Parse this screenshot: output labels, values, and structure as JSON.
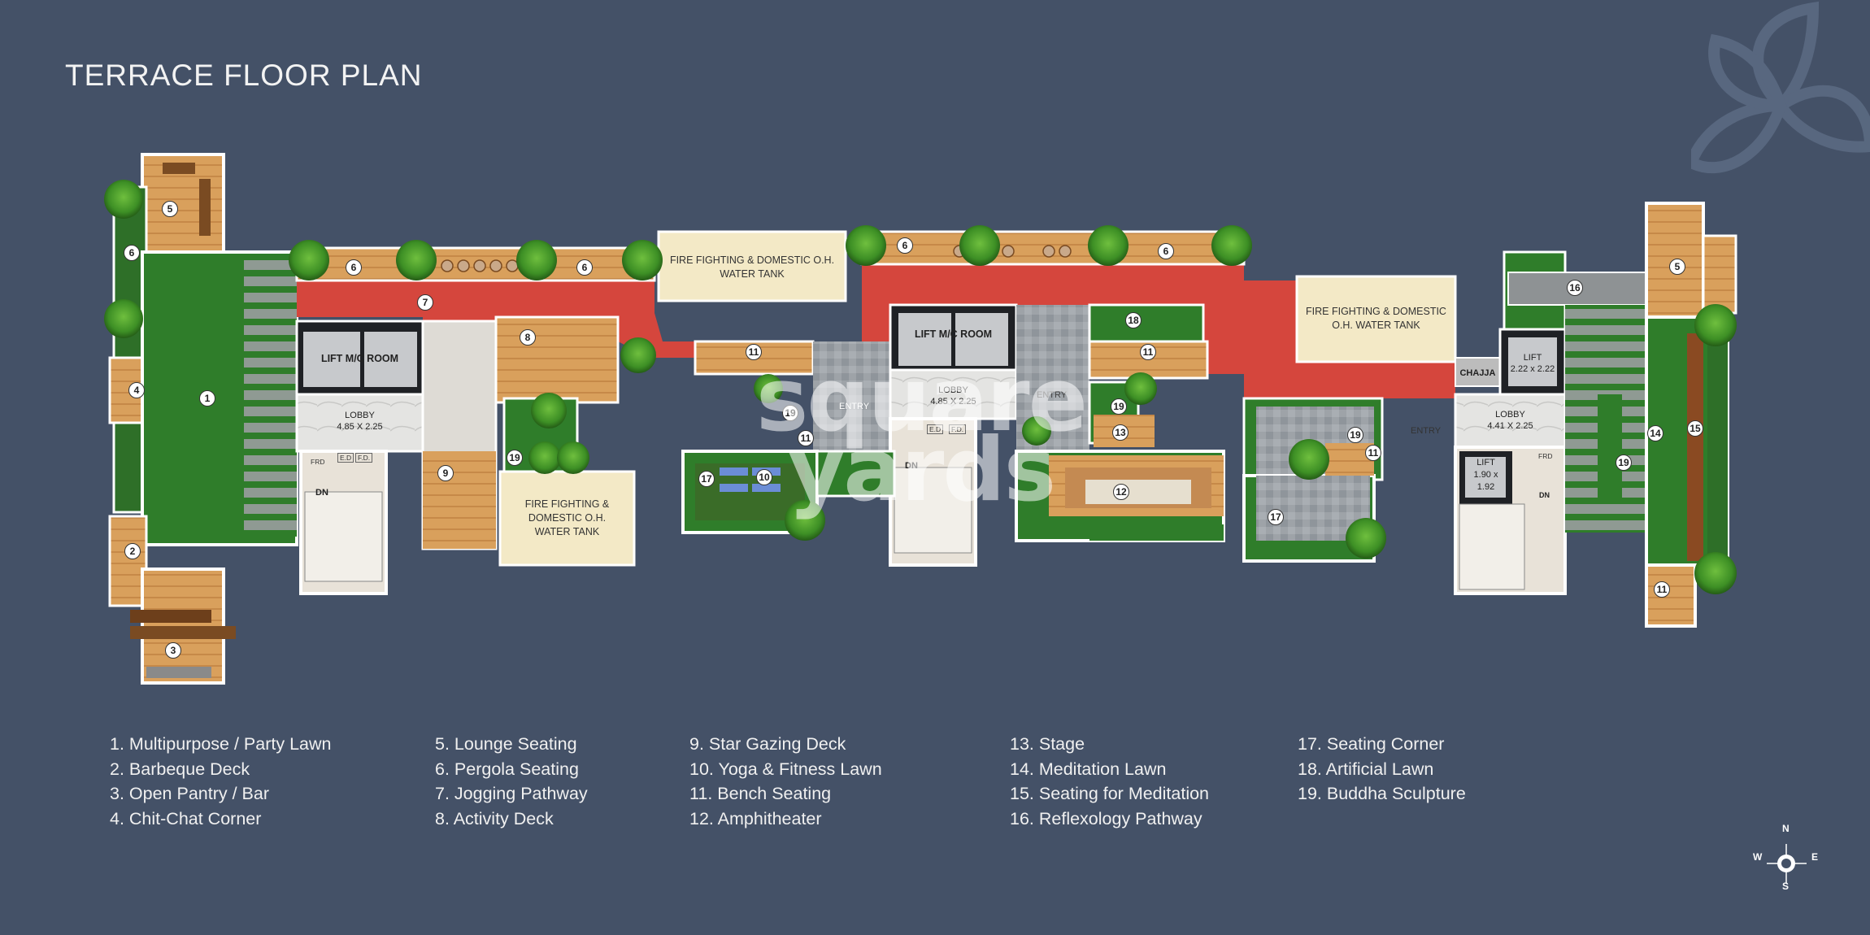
{
  "title": "TERRACE FLOOR PLAN",
  "plan_labels": {
    "water_tank_1": [
      "FIRE FIGHTING & DOMESTIC O.H.",
      "WATER TANK"
    ],
    "water_tank_2": [
      "FIRE FIGHTING & DOMESTIC",
      "O.H. WATER TANK"
    ],
    "water_tank_3": [
      "FIRE FIGHTING &",
      "DOMESTIC O.H.",
      "WATER TANK"
    ],
    "lift_room_1": "LIFT M/C ROOM",
    "lift_room_2": "LIFT M/C ROOM",
    "lobby_1": [
      "LOBBY",
      "4.85 X 2.25"
    ],
    "lobby_2": [
      "LOBBY",
      "4.85 X 2.25"
    ],
    "lobby_3": [
      "LOBBY",
      "4.41 X 2.25"
    ],
    "lift_3": [
      "LIFT",
      "2.22 x 2.22"
    ],
    "lift_4": [
      "LIFT",
      "1.90 x",
      "1.92"
    ],
    "chajja": "CHAJJA",
    "entry": "ENTRY",
    "dn": "DN",
    "frd": "FRD",
    "ed": "E.D",
    "fd": "F.D."
  },
  "markers": [
    "1",
    "2",
    "3",
    "4",
    "5",
    "6",
    "7",
    "8",
    "9",
    "10",
    "11",
    "12",
    "13",
    "14",
    "15",
    "16",
    "17",
    "18",
    "19"
  ],
  "legend": {
    "col1": [
      "1. Multipurpose / Party Lawn",
      "2. Barbeque Deck",
      "3. Open Pantry / Bar",
      "4. Chit-Chat Corner"
    ],
    "col2": [
      "5. Lounge Seating",
      "6. Pergola Seating",
      "7. Jogging Pathway",
      "8. Activity Deck"
    ],
    "col3": [
      "9. Star Gazing Deck",
      "10. Yoga & Fitness Lawn",
      "11. Bench Seating",
      "12. Amphitheater"
    ],
    "col4": [
      "13. Stage",
      "14. Meditation Lawn",
      "15. Seating for Meditation",
      "16. Reflexology Pathway"
    ],
    "col5": [
      "17. Seating Corner",
      "18. Artificial Lawn",
      "19. Buddha Sculpture"
    ]
  },
  "watermark": [
    "square",
    "yards"
  ],
  "compass": {
    "n": "N",
    "s": "S",
    "e": "E",
    "w": "W"
  },
  "colors": {
    "background": "#445167",
    "lawn": "#2f7d2a",
    "jogging": "#d5463d",
    "deck": "#d9a05c",
    "tank": "#f3e9c6",
    "paving": "#9ea3a8"
  }
}
